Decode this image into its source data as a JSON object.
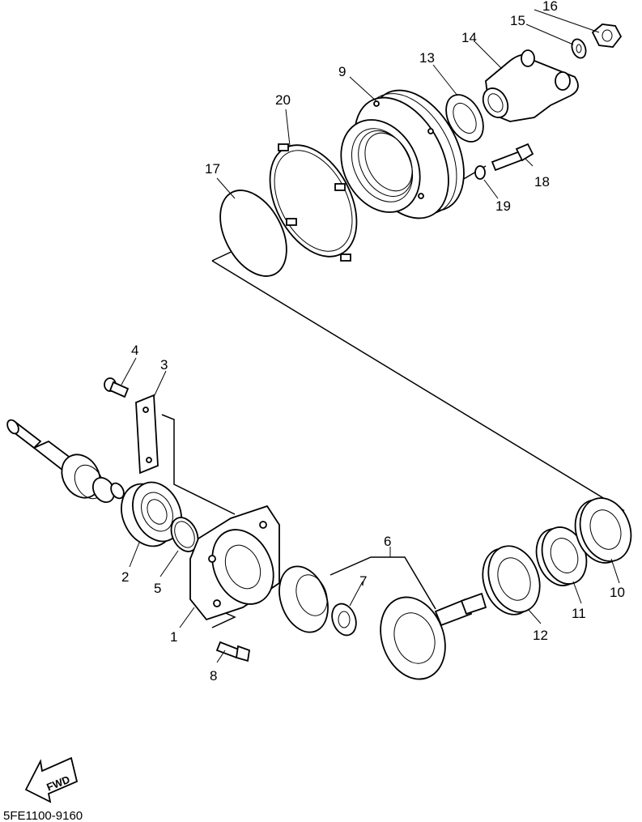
{
  "diagram": {
    "code": "5FE1100-9160",
    "fwd_label": "FWD",
    "parts": [
      {
        "id": "1",
        "label": "1"
      },
      {
        "id": "2",
        "label": "2"
      },
      {
        "id": "3",
        "label": "3"
      },
      {
        "id": "4",
        "label": "4"
      },
      {
        "id": "5",
        "label": "5"
      },
      {
        "id": "6",
        "label": "6"
      },
      {
        "id": "7",
        "label": "7"
      },
      {
        "id": "8",
        "label": "8"
      },
      {
        "id": "9",
        "label": "9"
      },
      {
        "id": "10",
        "label": "10"
      },
      {
        "id": "11",
        "label": "11"
      },
      {
        "id": "12",
        "label": "12"
      },
      {
        "id": "13",
        "label": "13"
      },
      {
        "id": "14",
        "label": "14"
      },
      {
        "id": "15",
        "label": "15"
      },
      {
        "id": "16",
        "label": "16"
      },
      {
        "id": "17",
        "label": "17"
      },
      {
        "id": "18",
        "label": "18"
      },
      {
        "id": "19",
        "label": "19"
      },
      {
        "id": "20",
        "label": "20"
      }
    ]
  }
}
